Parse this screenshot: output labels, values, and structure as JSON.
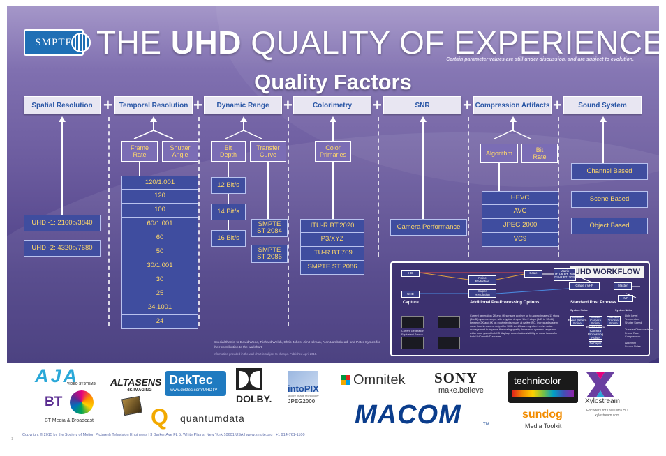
{
  "header": {
    "logo": "SMPTE",
    "title_part1": "THE ",
    "title_bold": "UHD",
    "title_part2": " QUALITY OF EXPERIENCE",
    "note": "Certain parameter values are still under discussion, and are subject to evolution.",
    "section": "Quality Factors"
  },
  "factors": [
    "Spatial Resolution",
    "Temporal Resolution",
    "Dynamic Range",
    "Colorimetry",
    "SNR",
    "Compression Artifacts",
    "Sound System"
  ],
  "plus": "+",
  "spatial": {
    "values": [
      "UHD -1: 2160p/3840",
      "UHD -2: 4320p/7680"
    ]
  },
  "temporal": {
    "sub": [
      "Frame\nRate",
      "Shutter\nAngle"
    ],
    "rates": [
      "120/1.001",
      "120",
      "100",
      "60/1.001",
      "60",
      "50",
      "30/1.001",
      "30",
      "25",
      "24.1001",
      "24"
    ]
  },
  "dynamic": {
    "sub": [
      "Bit\nDepth",
      "Transfer\nCurve"
    ],
    "bits": [
      "12 Bit/s",
      "14 Bit/s",
      "16 Bit/s"
    ],
    "curves": [
      "SMPTE\nST 2084",
      "SMPTE\nST 2086"
    ]
  },
  "colorimetry": {
    "sub": "Color\nPrimaries",
    "values": [
      "ITU-R BT.2020",
      "P3/XYZ",
      "ITU-R BT.709",
      "SMPTE ST 2086"
    ]
  },
  "snr": {
    "value": "Camera Performance"
  },
  "compression": {
    "sub": [
      "Algorithm",
      "Bit\nRate"
    ],
    "values": [
      "HEVC",
      "AVC",
      "JPEG 2000",
      "VC9"
    ]
  },
  "sound": {
    "values": [
      "Channel Based",
      "Scene Based",
      "Object Based"
    ]
  },
  "workflow": {
    "title": "UHD WORKFLOW",
    "hd": "HD",
    "uhd": "UHD",
    "noise_reduction": "Noise\nReduction",
    "scale": "Scale",
    "matrix": "Matrix\nITU-R BT. 709\nITU-R BT. 2020",
    "super_resolution": "Super\nResolution",
    "grade": "Grade / VHF",
    "master": "Master",
    "imf": "IMF",
    "capture": "Capture",
    "pre": "Additional Pre-Processing Options",
    "post": "Standard Post Process",
    "system_noise_a": "System Noise",
    "system_noise_b": "System Noise",
    "sensor": "Sensor\nFixed Pattern\nNoise",
    "camera": "Sensor\nCamera\nNoise",
    "sensor_noise": "Sensor\nTransfer\nNoise",
    "post_capture": "Post Capture\nCamera\nProcessing\nNoise",
    "debayer": "Debayer",
    "right_list": "Light Level\nTemperature\nShutter Speed\n\nTransfer Characteristics\nFrame Rate\nCompression\n\nAlgorithm\nSource Noise",
    "thumb_caption": "Current Generation\nEquivalent Sensor",
    "body": "Current generation 2K and 4K sensors achieve up to approximately 11 stops (66dB) dynamic range, with a typical drop of 1 to 2 stops (6dB to 12 dB) between 2K and 4K on equivalent sensors at native ISO. Increased system noise floor in camera output for UHD workflows may also involve noise management to improve the scaling quality. Increased dynamic range and wider color gamut in UHD displays accentuates visibility of noise issues for both UHD and HD sources."
  },
  "thanks": "Special thanks to David Wood, Richard Welsh, Chris Johns, Jim Helman, Alan Lambshead, and Peter Symes for their contribution to the wallchart.",
  "info": "Information provided in the wall chart is subject to change. Published April 2015.",
  "sponsors": {
    "aja": "AJA",
    "aja_sub": "VIDEO SYSTEMS",
    "bt": "BT",
    "bt_caption": "BT Media & Broadcast",
    "altasens": "ALTASENS",
    "altasens_sub": "4K IMAGING",
    "dektec": "DekTec",
    "dektec_url": "www.dektec.com/UHDTV",
    "quantum_q": "Q",
    "quantum": "quantumdata",
    "dolby": "DOLBY.",
    "intopix": "intoPIX",
    "intopix_sub": "secure image technology",
    "intopix_jpeg": "JPEG2000",
    "omnitek": "Omnitek",
    "macom": "MACOM",
    "tm": "TM",
    "sony": "SONY",
    "sony_tag": "make.believe",
    "technicolor": "technicolor",
    "sundog": "sundog",
    "sundog_sub": "Media Toolkit",
    "xylostream": "Xylostream",
    "xylostream_sub": "Encoders for Live Ultra HD\nxylostream.com"
  },
  "copyright": "Copyright © 2015 by the Society of Motion Picture & Television Engineers  |  3 Barker Ave FL 5, White Plains, New York 10601 USA  |  www.smpte.org  |  +1 914-761-1100",
  "page_no": "1",
  "colors": {
    "factor_text": "#2b57a6",
    "value_text": "#ffd86a",
    "value_bg": "#3f4d9f",
    "poster_bg": "#6b5b9e"
  }
}
